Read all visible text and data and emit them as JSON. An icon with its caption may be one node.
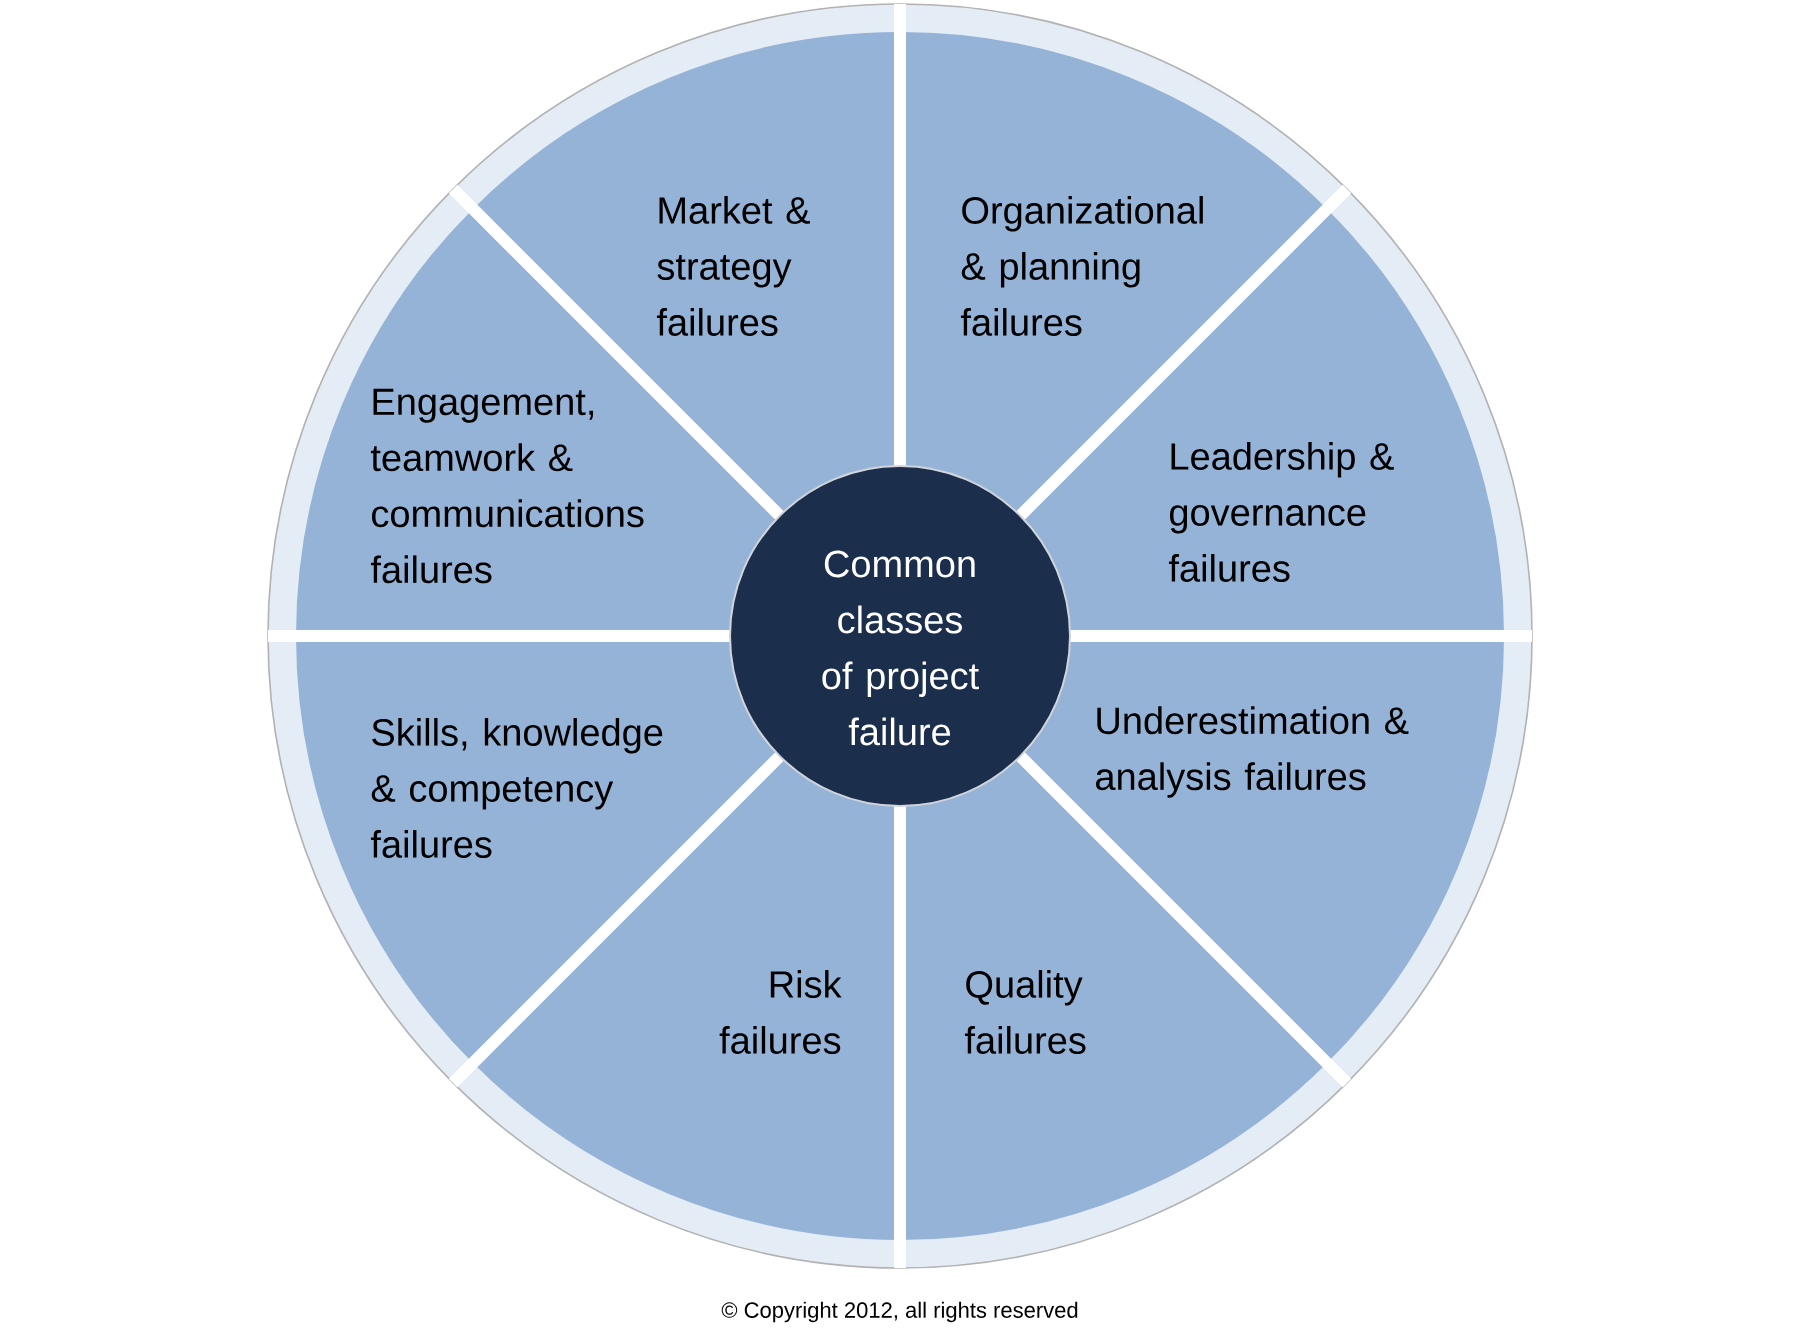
{
  "diagram": {
    "nodes": [
      {
        "text": [
          "Market & strategy failures"
        ]
      },
      {
        "text": [
          "Organizational & planning failures"
        ]
      },
      {
        "text": [
          "Engagement, teamwork & communications failures"
        ]
      },
      {
        "text": [
          "Leadership & governance failures"
        ]
      },
      {
        "text": [
          "Common classes of project failure"
        ]
      },
      {
        "text": [
          "Skills, knowledge & competency failures"
        ]
      },
      {
        "text": [
          "Underestimation & analysis failures"
        ]
      },
      {
        "text": [
          "Risk failures"
        ]
      },
      {
        "text": [
          "Quality failures"
        ]
      }
    ],
    "labels": [
      "© Copyright 2012, all rights reserved"
    ]
  }
}
